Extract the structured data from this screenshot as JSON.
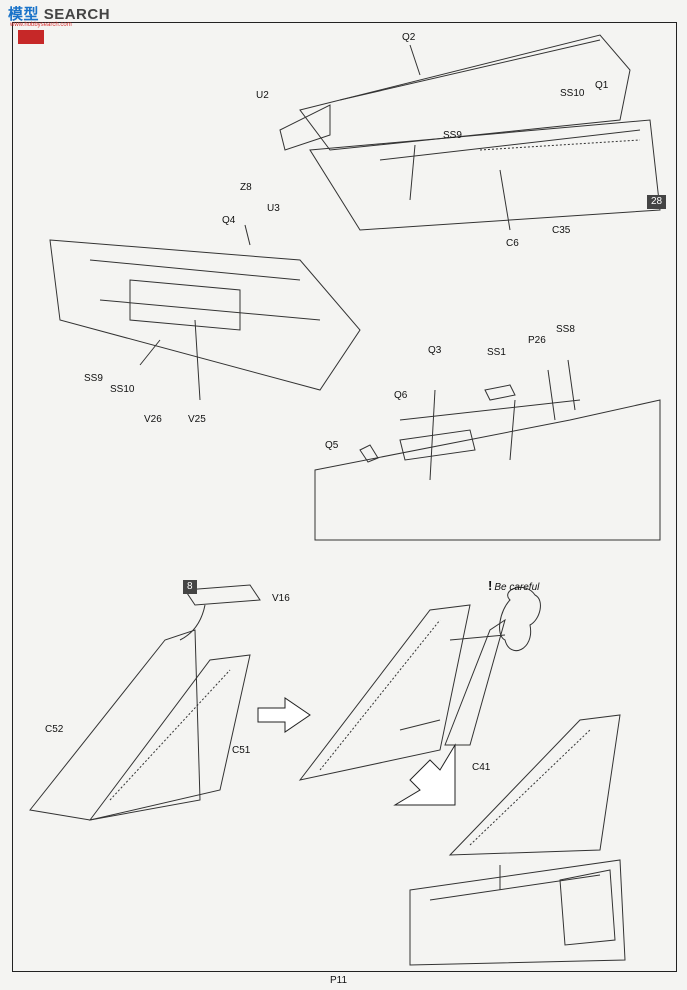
{
  "watermark": {
    "cn": "模型",
    "en": "SEARCH",
    "url": "www.hobbysearch.com"
  },
  "labels": {
    "Q2": "Q2",
    "U2": "U2",
    "SS10a": "SS10",
    "Q1": "Q1",
    "SS9a": "SS9",
    "Z8": "Z8",
    "U3": "U3",
    "C6": "C6",
    "C35": "C35",
    "Q4": "Q4",
    "SS9b": "SS9",
    "SS10b": "SS10",
    "V26": "V26",
    "V25": "V25",
    "Q3": "Q3",
    "SS1": "SS1",
    "P26": "P26",
    "SS8": "SS8",
    "Q6": "Q6",
    "Q5": "Q5",
    "V16": "V16",
    "C52": "C52",
    "C51": "C51",
    "C41": "C41"
  },
  "badges": {
    "step28": "28",
    "step8": "8"
  },
  "caution": {
    "mark": "!",
    "text": "Be careful"
  },
  "page_number": "P11"
}
